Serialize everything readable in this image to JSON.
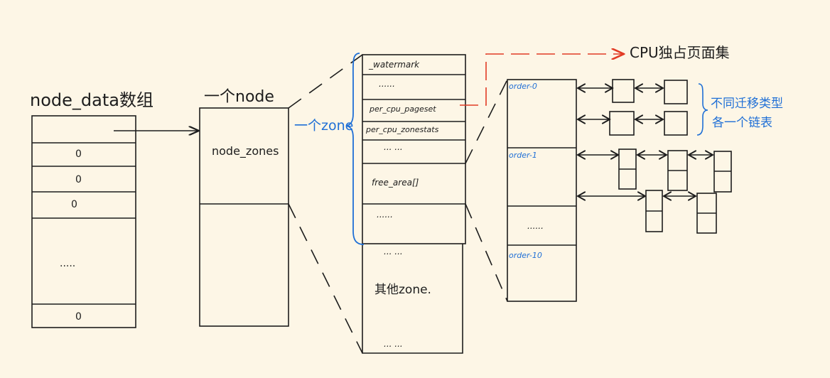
{
  "node_data": {
    "title": "node_data数组",
    "cells": [
      "0",
      "0",
      "0",
      ".....",
      "0"
    ]
  },
  "node": {
    "title": "一个node",
    "field": "node_zones"
  },
  "zone": {
    "brace_label": "一个zone",
    "fields": [
      "_watermark",
      "......",
      "per_cpu_pageset",
      "per_cpu_zonestats",
      "... ...",
      "free_area[]",
      "......"
    ],
    "other_zone_dots_top": "... ...",
    "other_zone_label": "其他zone.",
    "other_zone_dots_bottom": "... ..."
  },
  "cpu_label": "CPU独占页面集",
  "free_area": {
    "orders": [
      "order-0",
      "order-1",
      "......",
      "order-10"
    ],
    "migrate_note_line1": "不同迁移类型",
    "migrate_note_line2": "各一个链表"
  },
  "colors": {
    "blue": "#1f6fd6",
    "red": "#e23b25",
    "ink": "#1d1d1d",
    "paper": "#fdf6e6"
  }
}
